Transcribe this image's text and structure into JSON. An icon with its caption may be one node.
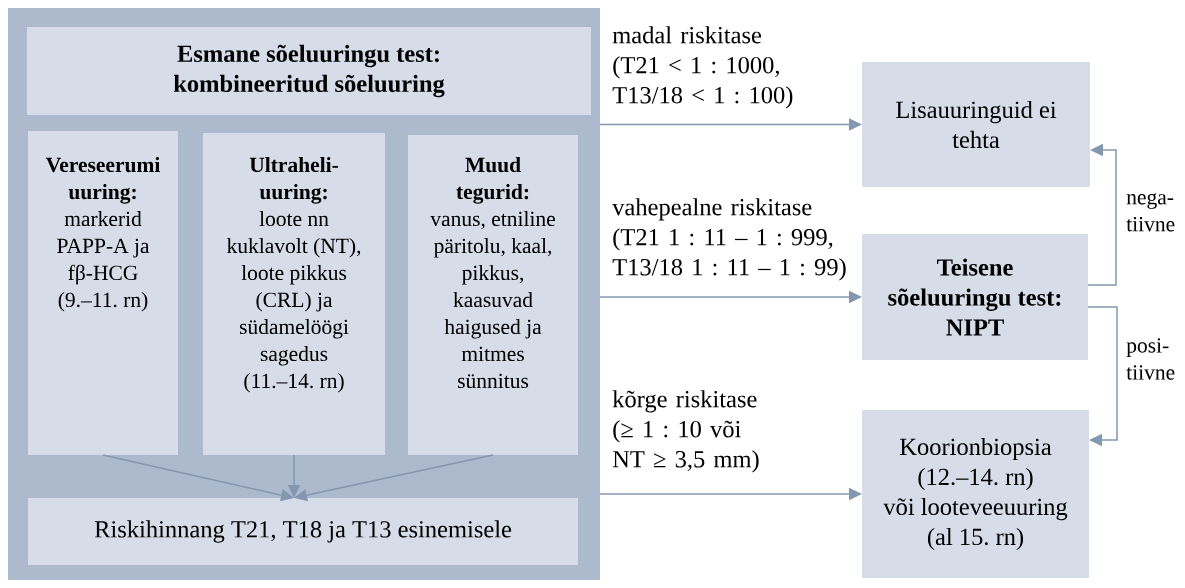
{
  "diagram": {
    "nodes": [
      {
        "text": [],
        "shape": "box"
      },
      {
        "text": [
          "Esmane sõeluuringu test: kombineeritud sõeluuring"
        ],
        "in": 0
      },
      {
        "text": [
          "Vereseerumi uuring:",
          "markerid PAPP-A ja fβ-HCG (9.–11. rn)"
        ],
        "in": 0
      },
      {
        "text": [
          "Ultraheli-uuring:",
          "loote nn kuklavolt (NT), loote pikkus (CRL) ja südamelöögi sagedus (11.–14. rn)"
        ],
        "in": 0
      },
      {
        "text": [
          "Muud tegurid:",
          "vanus, etniline päritolu, kaal, pikkus, kaasuvad haigused ja mitmes sünnitus"
        ],
        "in": 0
      },
      {
        "text": [
          "Riskihinnang T21, T18 ja T13 esinemisele"
        ],
        "in": 0
      },
      {
        "text": [
          "Lisauuringuid ei tehta"
        ]
      },
      {
        "text": [
          "Teisene sõeluuringu test: NIPT"
        ]
      },
      {
        "text": [
          "Koorionbiopsia (12.–14. rn)",
          "või looteveeuuring (al 15. rn)"
        ]
      }
    ],
    "edges": [
      {
        "from": 0,
        "to": 6,
        "arrow": "to",
        "label": "madal riskitase (T21 < 1 : 1000, T13/18 < 1 : 100)"
      },
      {
        "from": 0,
        "to": 7,
        "arrow": "to",
        "label": "vahepealne riskitase (T21 1 : 11 – 1 : 999, T13/18 1 : 11 – 1 : 99)"
      },
      {
        "from": 0,
        "to": 8,
        "arrow": "to",
        "label": "kõrge riskitase (≥ 1 : 10 või NT ≥ 3,5 mm)"
      },
      {
        "from": 7,
        "to": 6,
        "arrow": "to",
        "label": "nega-tiivne"
      },
      {
        "from": 7,
        "to": 8,
        "arrow": "to",
        "label": "posi-tiivne"
      },
      {
        "from": 2,
        "to": 5,
        "arrow": "to"
      },
      {
        "from": 3,
        "to": 5,
        "arrow": "to"
      },
      {
        "from": 4,
        "to": 5,
        "arrow": "to"
      }
    ]
  }
}
